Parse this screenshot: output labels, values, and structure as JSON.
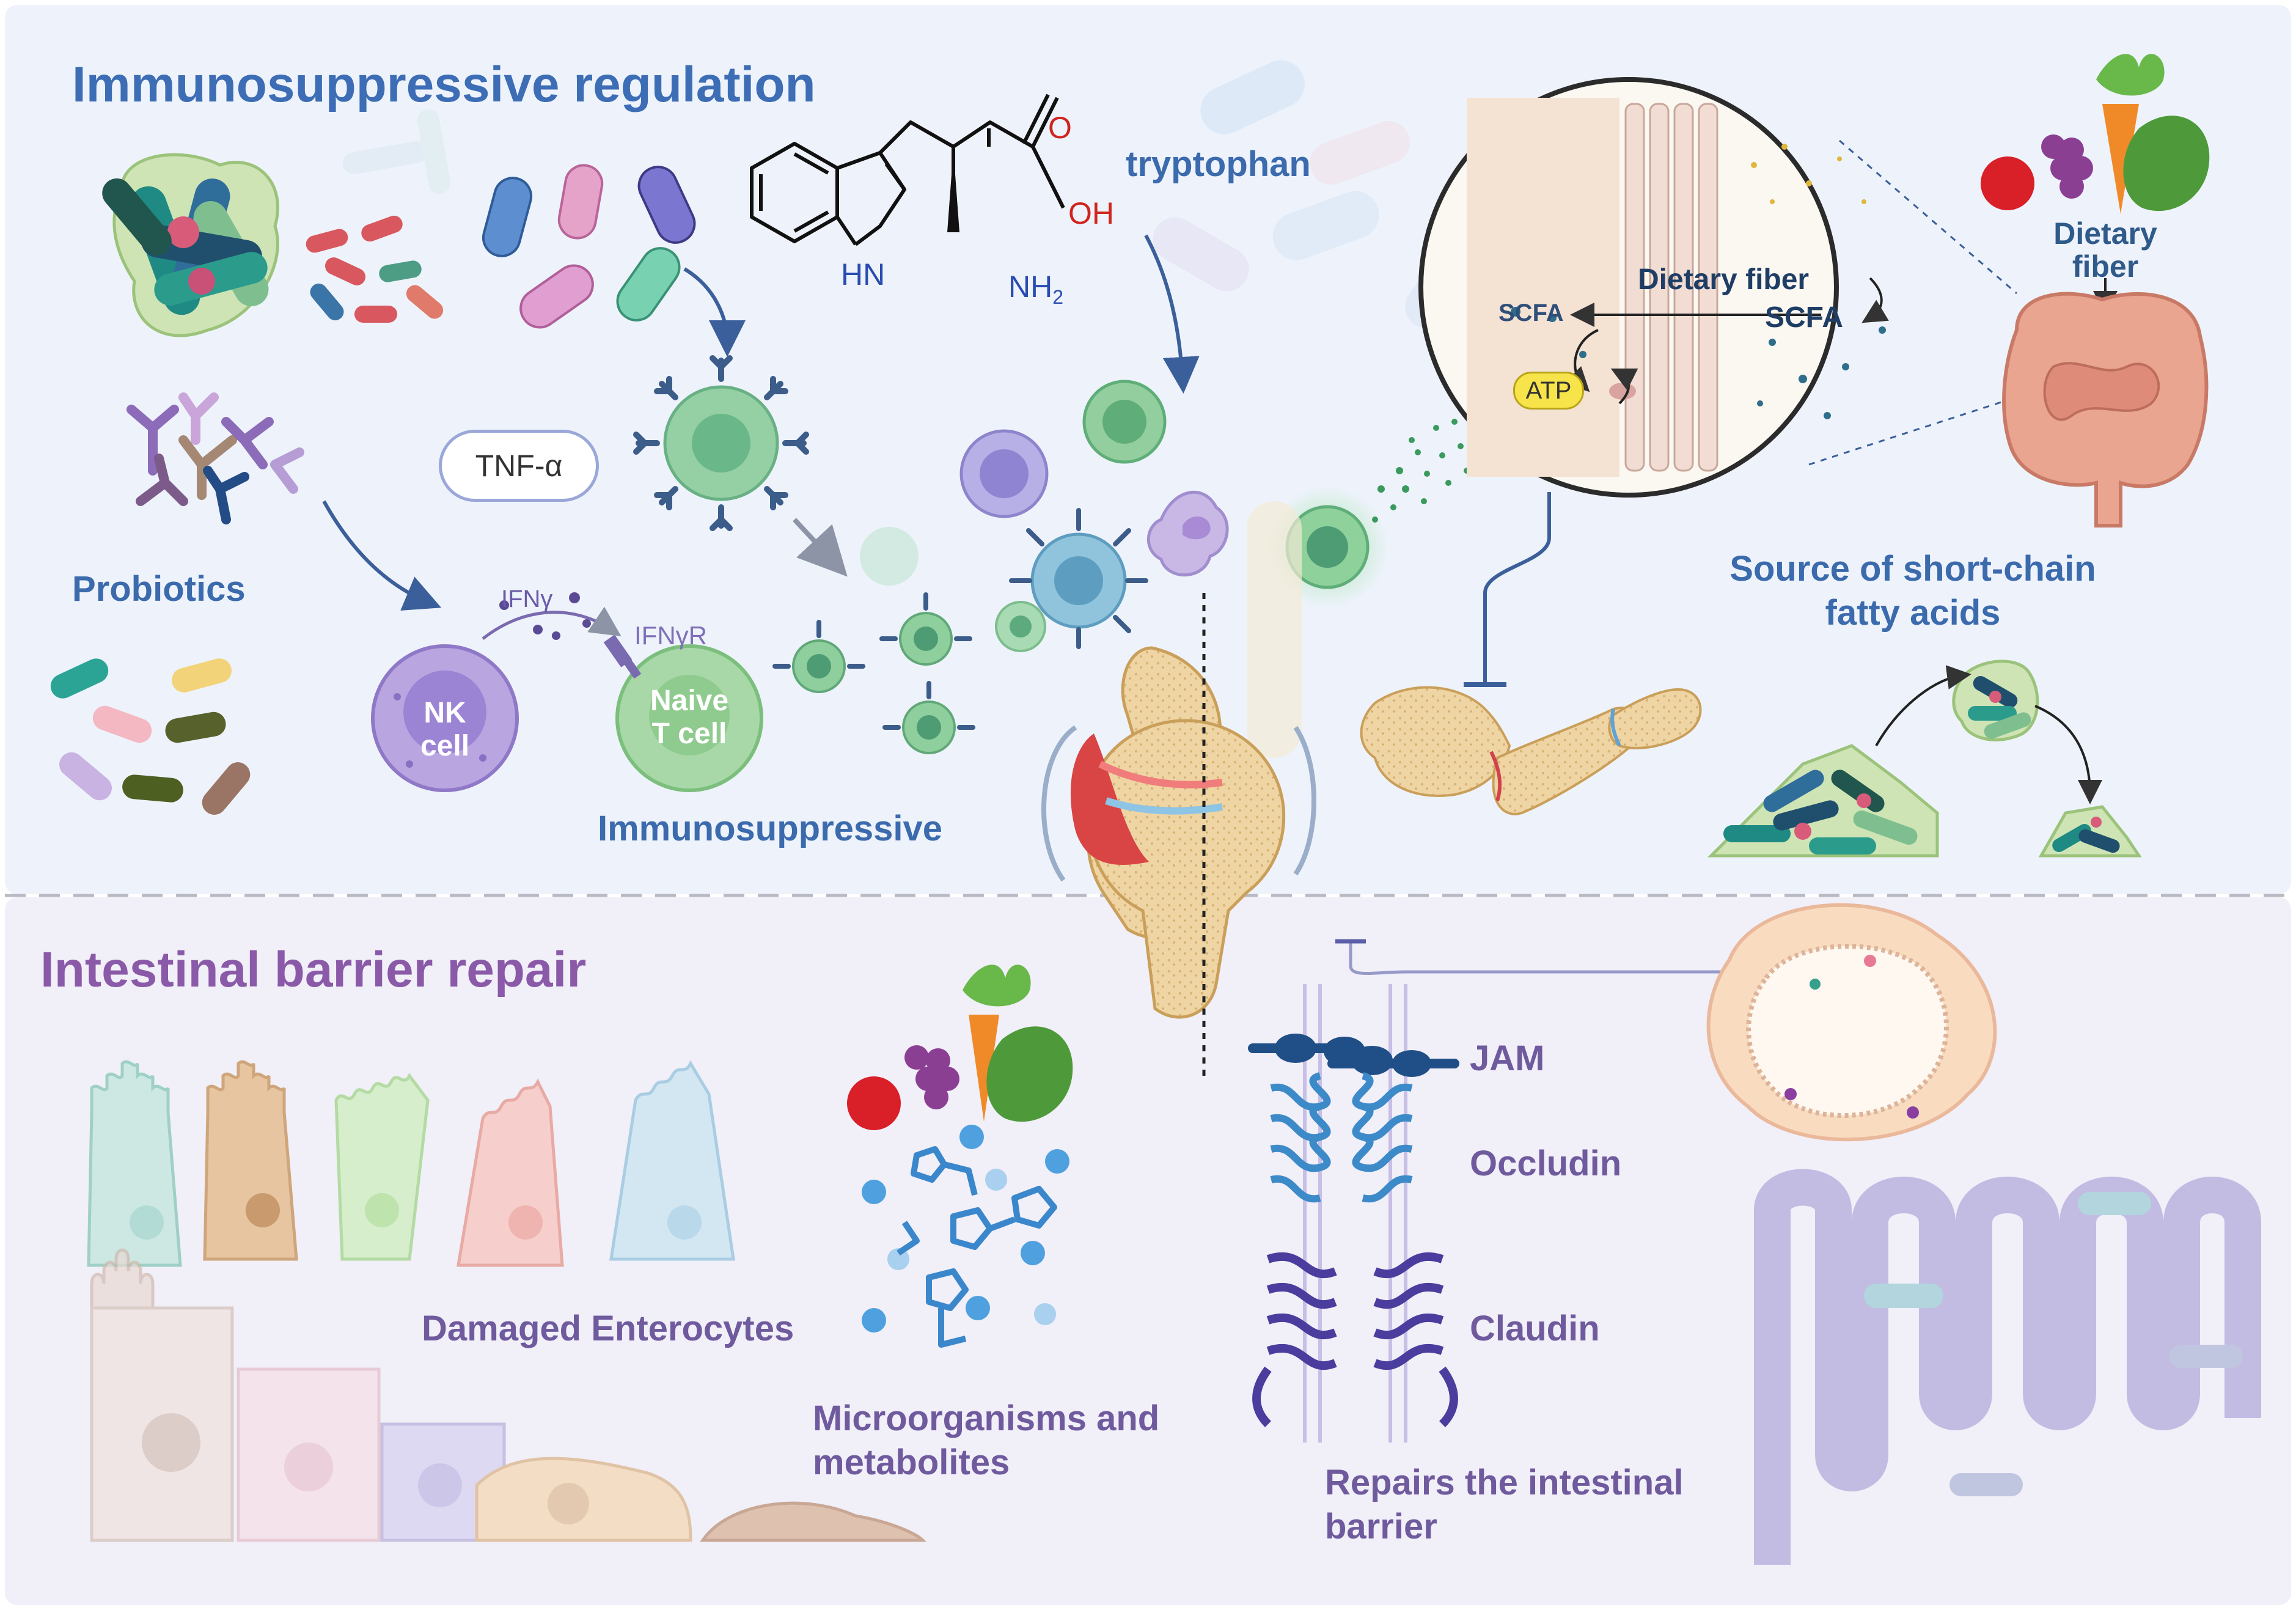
{
  "titles": {
    "immuno": "Immunosuppressive regulation",
    "barrier": "Intestinal barrier repair"
  },
  "labels": {
    "probiotics": "Probiotics",
    "tnf": "TNF-α",
    "ifng": "IFNγ",
    "ifngr": "IFNγR",
    "nk_line1": "NK",
    "nk_line2": "cell",
    "naive_line1": "Naive",
    "naive_line2": "T cell",
    "immunosuppressive": "Immunosuppressive",
    "tryptophan": "tryptophan",
    "chem_o": "O",
    "chem_oh": "OH",
    "chem_hn": "HN",
    "chem_nh2": "NH",
    "chem_nh2_sub": "2",
    "zoom_dietary_fiber": "Dietary fiber",
    "zoom_scfa_right": "SCFA",
    "zoom_scfa_left": "SCFA",
    "atp": "ATP",
    "dietary_fiber_line1": "Dietary",
    "dietary_fiber_line2": "fiber",
    "scfa_source_line1": "Source of short-chain",
    "scfa_source_line2": "fatty acids",
    "damaged_enterocytes": "Damaged Enterocytes",
    "micro_line1": "Microorganisms and",
    "micro_line2": "metabolites",
    "jam": "JAM",
    "occludin": "Occludin",
    "claudin": "Claudin",
    "repairs_line1": "Repairs the intestinal",
    "repairs_line2": "barrier"
  },
  "icons": [
    "bacteria-icon",
    "antibody-icon",
    "immune-cell-icon",
    "joint-icon",
    "finger-joint-icon",
    "intestine-icon",
    "fruit-vegetable-icon",
    "mitochondria-icon",
    "enterocyte-icon",
    "villi-icon"
  ],
  "colors": {
    "top_bg": "#eef3fb",
    "bottom_bg": "#f1eff8",
    "title_blue": "#3d6db5",
    "title_purple": "#8a5aa8",
    "label_blue": "#3b6aad",
    "label_purple": "#6f5a9e"
  }
}
